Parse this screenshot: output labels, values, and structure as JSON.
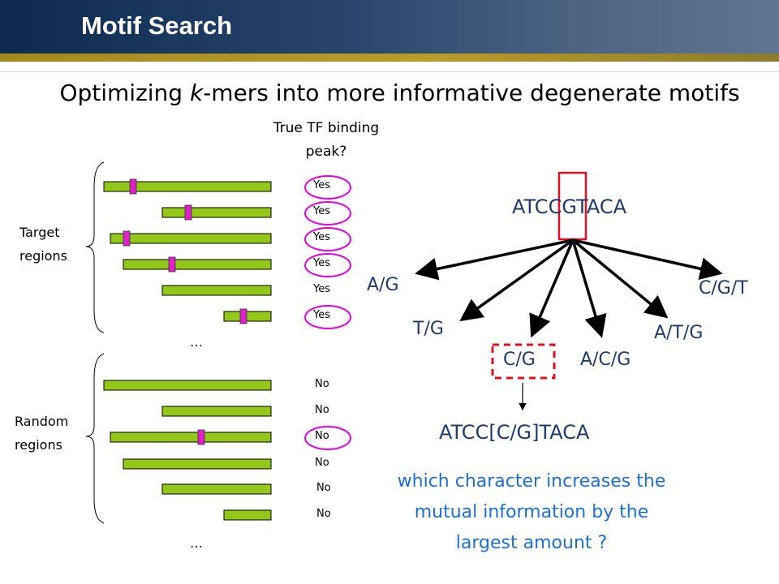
{
  "header": {
    "title": "Motif Search"
  },
  "slide": {
    "subtitle_pre": "Optimizing ",
    "subtitle_k": "k",
    "subtitle_post": "-mers into more informative degenerate motifs",
    "peak_label_line1": "True TF binding",
    "peak_label_line2": "peak?",
    "target_label_line1": "Target",
    "target_label_line2": "regions",
    "random_label_line1": "Random",
    "random_label_line2": "regions",
    "ellipsis": "…",
    "target_rows": [
      {
        "answer": "Yes",
        "has_kmer": true,
        "circled": true
      },
      {
        "answer": "Yes",
        "has_kmer": true,
        "circled": true
      },
      {
        "answer": "Yes",
        "has_kmer": true,
        "circled": true
      },
      {
        "answer": "Yes",
        "has_kmer": true,
        "circled": true
      },
      {
        "answer": "Yes",
        "has_kmer": false,
        "circled": false
      },
      {
        "answer": "Yes",
        "has_kmer": true,
        "circled": true
      }
    ],
    "random_rows": [
      {
        "answer": "No",
        "has_kmer": false,
        "circled": false
      },
      {
        "answer": "No",
        "has_kmer": false,
        "circled": false
      },
      {
        "answer": "No",
        "has_kmer": true,
        "circled": true
      },
      {
        "answer": "No",
        "has_kmer": false,
        "circled": false
      },
      {
        "answer": "No",
        "has_kmer": false,
        "circled": false
      },
      {
        "answer": "No",
        "has_kmer": false,
        "circled": false
      }
    ],
    "kmer": "ATCCGTACA",
    "options": [
      "A/G",
      "T/G",
      "C/G",
      "A/C/G",
      "A/T/G",
      "C/G/T"
    ],
    "selected_option": "C/G",
    "result_motif": "ATCC[C/G]TACA",
    "question_line1": "which character increases the",
    "question_line2": "mutual information by the",
    "question_line3": "largest amount ?"
  },
  "colors": {
    "bar_fill": "#92c81a",
    "kmer_mark": "#e020c8",
    "circle": "#e000e0",
    "highlight_box": "#e01020",
    "text_blue": "#1f3b6e",
    "question_blue": "#1f6fd0"
  }
}
